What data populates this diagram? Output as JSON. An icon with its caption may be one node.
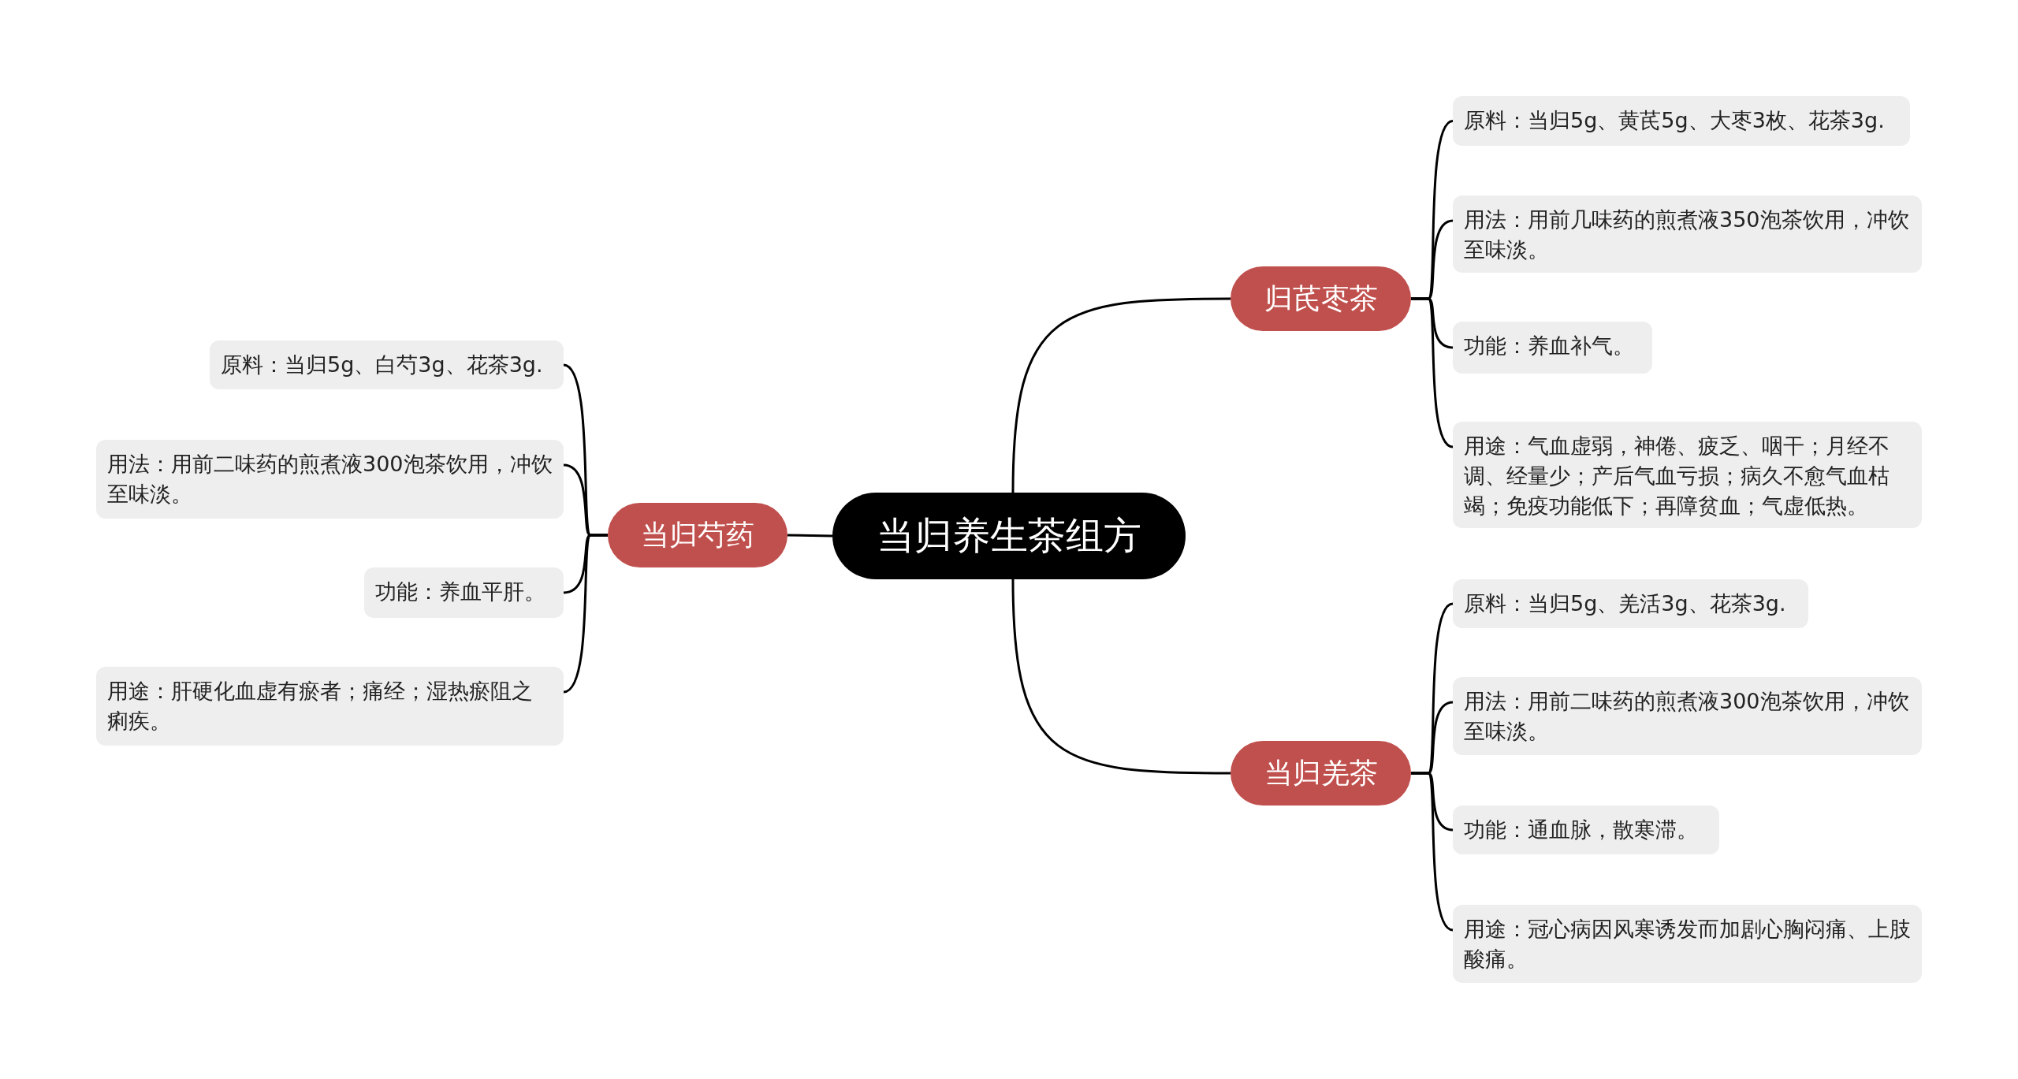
{
  "diagram": {
    "nodes": [
      {
        "text": [
          "当归养生茶组方"
        ]
      },
      {
        "text": [
          "归芪枣茶"
        ]
      },
      {
        "text": [
          "原料：当归5g、黄芪5g、大枣3枚、花茶3g."
        ]
      },
      {
        "text": [
          "用法：用前几味药的煎煮液350泡茶饮用，冲饮至味淡。"
        ]
      },
      {
        "text": [
          "功能：养血补气。"
        ]
      },
      {
        "text": [
          "用途：气血虚弱，神倦、疲乏、咽干；月经不调、经量少；产后气血亏损；病久不愈气血枯竭；免疫功能低下；再障贫血；气虚低热。"
        ]
      },
      {
        "text": [
          "当归羌茶"
        ]
      },
      {
        "text": [
          "原料：当归5g、羌活3g、花茶3g."
        ]
      },
      {
        "text": [
          "用法：用前二味药的煎煮液300泡茶饮用，冲饮至味淡。"
        ]
      },
      {
        "text": [
          "功能：通血脉，散寒滞。"
        ]
      },
      {
        "text": [
          "用途：冠心病因风寒诱发而加剧心胸闷痛、上肢酸痛。"
        ]
      },
      {
        "text": [
          "当归芍药"
        ]
      },
      {
        "text": [
          "原料：当归5g、白芍3g、花茶3g."
        ]
      },
      {
        "text": [
          "用法：用前二味药的煎煮液300泡茶饮用，冲饮至味淡。"
        ]
      },
      {
        "text": [
          "功能：养血平肝。"
        ]
      },
      {
        "text": [
          "用途：肝硬化血虚有瘀者；痛经；湿热瘀阻之痢疾。"
        ]
      }
    ],
    "edges": [
      {
        "from": 0,
        "to": 1,
        "arrow": "none"
      },
      {
        "from": 0,
        "to": 6,
        "arrow": "none"
      },
      {
        "from": 0,
        "to": 11,
        "arrow": "none"
      },
      {
        "from": 1,
        "to": 2,
        "arrow": "none"
      },
      {
        "from": 1,
        "to": 3,
        "arrow": "none"
      },
      {
        "from": 1,
        "to": 4,
        "arrow": "none"
      },
      {
        "from": 1,
        "to": 5,
        "arrow": "none"
      },
      {
        "from": 6,
        "to": 7,
        "arrow": "none"
      },
      {
        "from": 6,
        "to": 8,
        "arrow": "none"
      },
      {
        "from": 6,
        "to": 9,
        "arrow": "none"
      },
      {
        "from": 6,
        "to": 10,
        "arrow": "none"
      },
      {
        "from": 11,
        "to": 12,
        "arrow": "none"
      },
      {
        "from": 11,
        "to": 13,
        "arrow": "none"
      },
      {
        "from": 11,
        "to": 14,
        "arrow": "none"
      },
      {
        "from": 11,
        "to": 15,
        "arrow": "none"
      }
    ]
  }
}
